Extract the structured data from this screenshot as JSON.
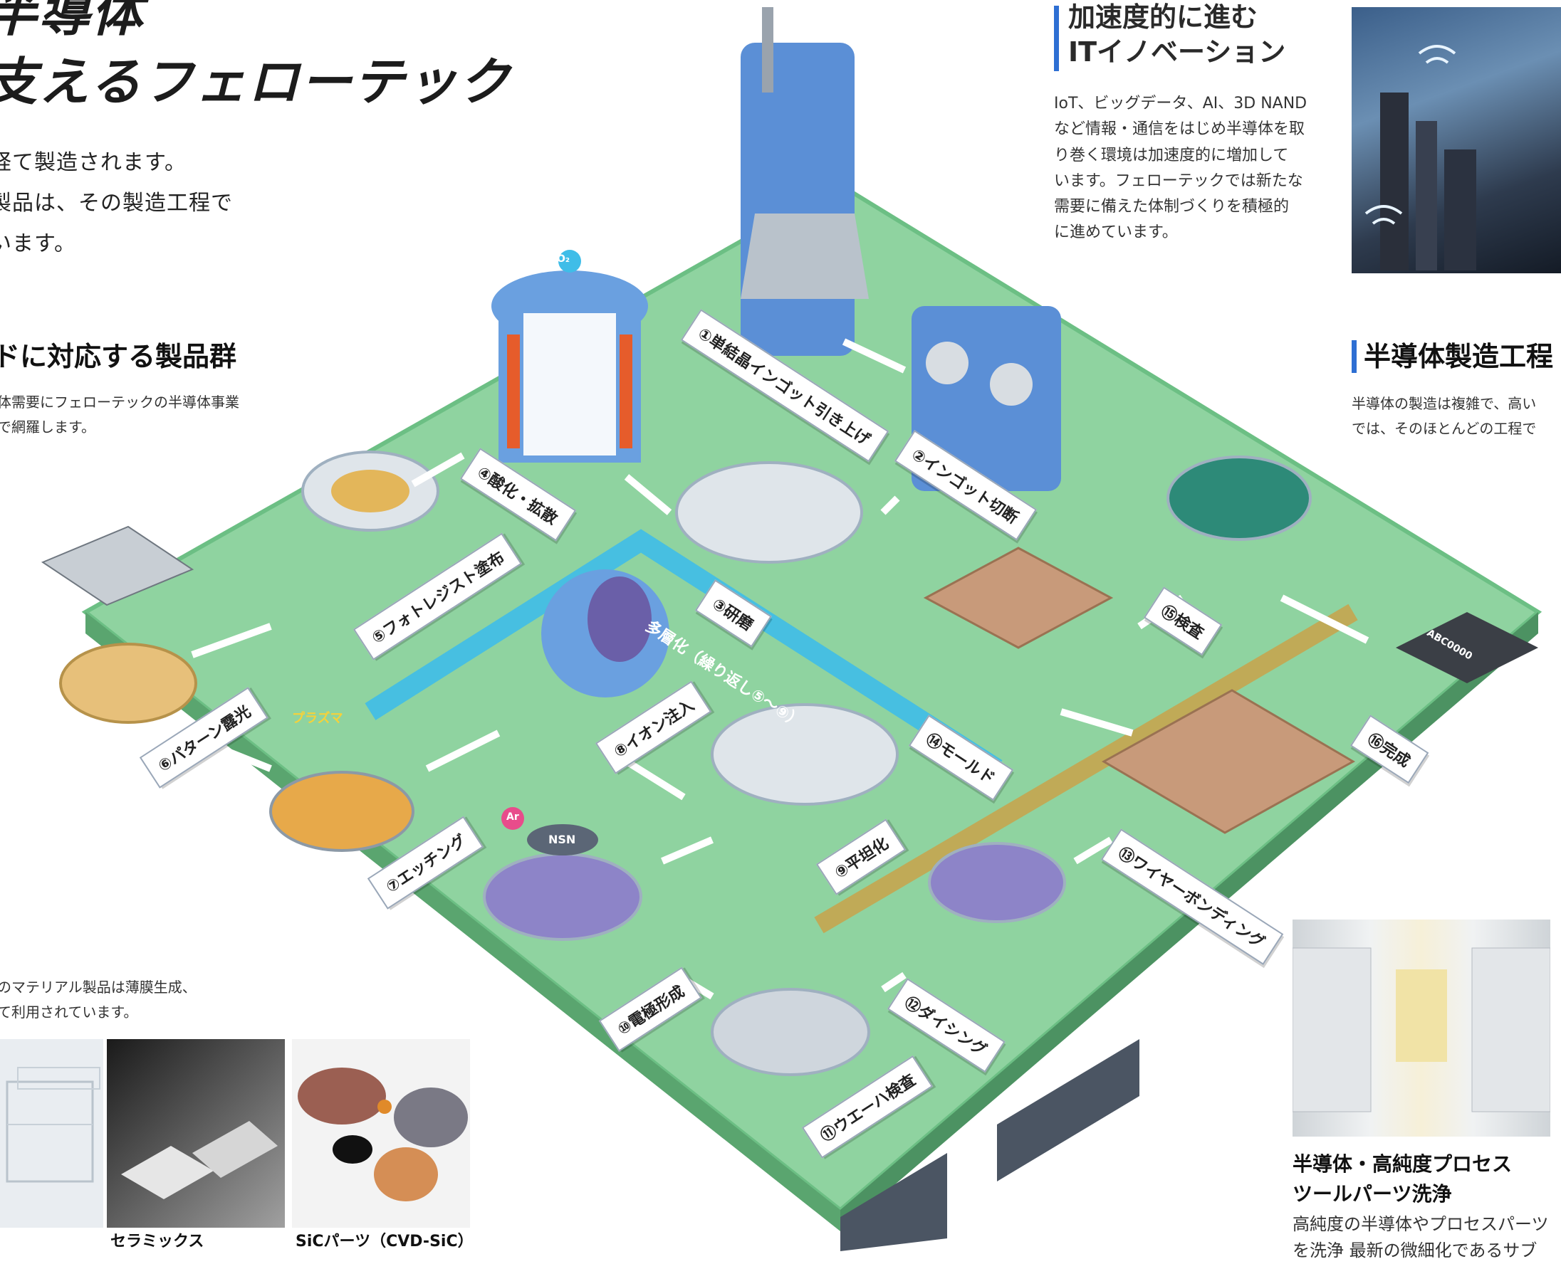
{
  "heading": {
    "line1": "半導体",
    "line2": "支えるフェローテック"
  },
  "intro": [
    "経て製造されます。",
    "製品は、その製造工程で",
    "います。"
  ],
  "products": {
    "title": "ドに対応する製品群",
    "desc": [
      "体需要にフェローテックの半導体事業",
      "で網羅します。"
    ],
    "materials_desc": [
      "のマテリアル製品は薄膜生成、",
      "て利用されています。"
    ],
    "captions": [
      "セラミックス",
      "SiCパーツ（CVD-SiC）"
    ]
  },
  "it": {
    "title": [
      "加速度的に進む",
      "ITイノベーション"
    ],
    "body": [
      "IoT、ビッグデータ、AI、3D NAND",
      "など情報・通信をはじめ半導体を取",
      "り巻く環境は加速度的に増加して",
      "います。フェローテックでは新たな",
      "需要に備えた体制づくりを積極的",
      "に進めています。"
    ]
  },
  "process": {
    "title": "半導体製造工程",
    "body": [
      "半導体の製造は複雑で、高い",
      "では、そのほとんどの工程で"
    ]
  },
  "cleaning": {
    "title": [
      "半導体・高純度プロセス",
      "ツールパーツ洗浄"
    ],
    "body": [
      "高純度の半導体やプロセスパーツ",
      "を洗浄 最新の微細化であるサブ"
    ]
  },
  "steps": [
    "①単結晶インゴット引き上げ",
    "②インゴット切断",
    "③研磨",
    "④酸化・拡散",
    "⑤フォトレジスト塗布",
    "⑥パターン露光",
    "⑦エッチング",
    "⑧イオン注入",
    "⑨平坦化",
    "⑩電極形成",
    "⑪ウエーハ検査",
    "⑫ダイシング",
    "⑬ワイヤーボンディング",
    "⑭モールド",
    "⑮検査",
    "⑯完成"
  ],
  "labels": {
    "multilayer": "多層化（繰り返し⑤〜⑨）",
    "chip": "ABC0000",
    "o2": "O₂",
    "ar": "Ar",
    "nsn": "NSN",
    "plasma": "プラズマ"
  },
  "colors": {
    "board": "#8fd3a0",
    "board_dark": "#6cbf84",
    "machine": "#5b8fd6",
    "accent": "#2e6fd3",
    "path": "#3fbde8"
  }
}
